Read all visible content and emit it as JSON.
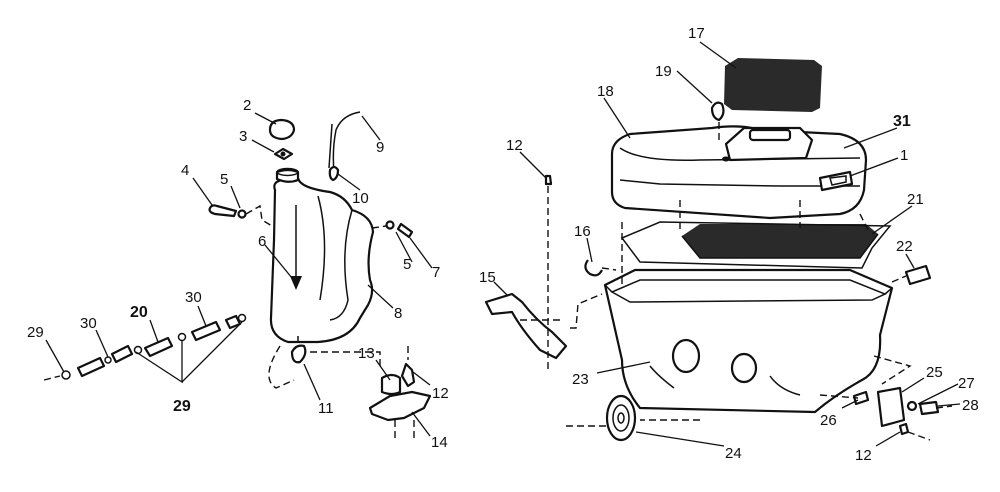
{
  "callouts": {
    "c1": "1",
    "c2": "2",
    "c3": "3",
    "c4": "4",
    "c5a": "5",
    "c5b": "5",
    "c6": "6",
    "c7": "7",
    "c8": "8",
    "c9": "9",
    "c10": "10",
    "c11": "11",
    "c12a": "12",
    "c12b": "12",
    "c12c": "12",
    "c13": "13",
    "c14": "14",
    "c15": "15",
    "c16": "16",
    "c17": "17",
    "c18": "18",
    "c19": "19",
    "c20": "20",
    "c21": "21",
    "c22": "22",
    "c23": "23",
    "c24": "24",
    "c25": "25",
    "c26": "26",
    "c27": "27",
    "c28": "28",
    "c29a": "29",
    "c29b": "29",
    "c30a": "30",
    "c30b": "30",
    "c31": "31"
  }
}
